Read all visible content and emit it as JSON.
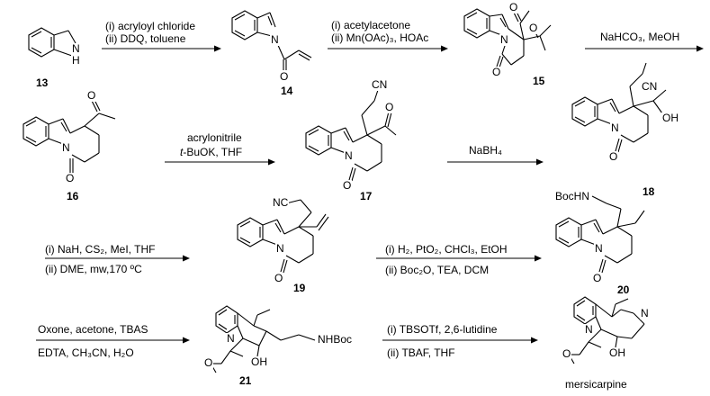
{
  "compounds": {
    "c13": "13",
    "c14": "14",
    "c15": "15",
    "c16": "16",
    "c17": "17",
    "c18": "18",
    "c19": "19",
    "c20": "20",
    "c21": "21",
    "final": "mersicarpine"
  },
  "atoms": {
    "nh_n": "N",
    "nh_h": "H",
    "n": "N",
    "o": "O",
    "cn": "CN",
    "nc": "NC",
    "oh": "OH",
    "boc_hn": "BocHN",
    "nhboc": "NHBoc"
  },
  "conditions": {
    "s1": [
      "(i) acryloyl chloride",
      "(ii) DDQ, toluene"
    ],
    "s2": [
      "(i) acetylacetone",
      "(ii) Mn(OAc)₃, HOAc"
    ],
    "s3": [
      "NaHCO₃, MeOH"
    ],
    "s4": [
      "acrylonitrile",
      "t-BuOK, THF"
    ],
    "s5": [
      "NaBH₄"
    ],
    "s6": [
      "(i) NaH, CS₂, MeI, THF",
      "(ii) DME, mw,170 ºC"
    ],
    "s7": [
      "(i) H₂, PtO₂, CHCl₃, EtOH",
      "(ii) Boc₂O, TEA, DCM"
    ],
    "s8": [
      "Oxone, acetone, TBAS",
      "EDTA, CH₃CN, H₂O"
    ],
    "s9": [
      "(i) TBSOTf,  2,6-lutidine",
      "(ii) TBAF, THF"
    ]
  }
}
